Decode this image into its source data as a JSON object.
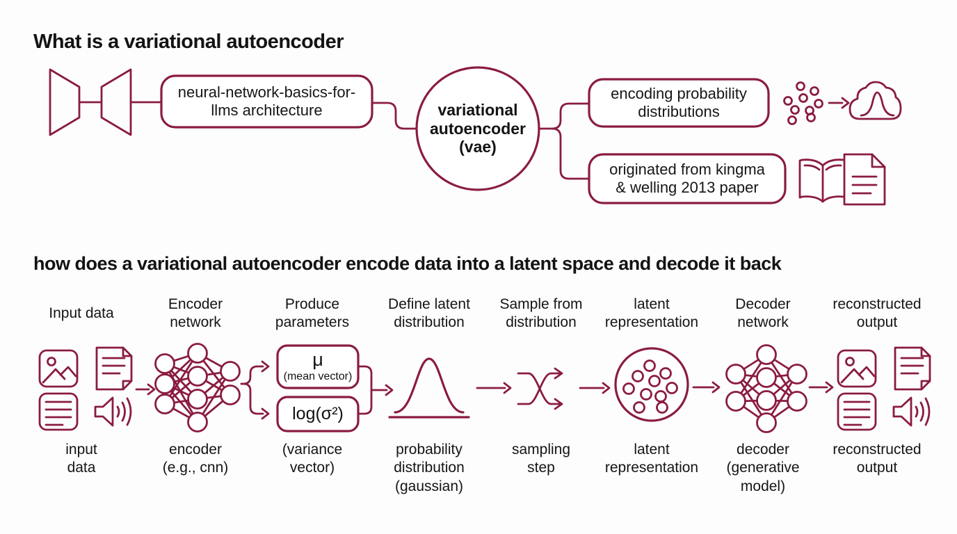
{
  "colors": {
    "accent": "#8a1c3f",
    "ink": "#171717",
    "background": "#fdfdfd"
  },
  "section_what": {
    "title": "What is a variational autoencoder",
    "architecture_box": "neural-network-basics-for-\nllms architecture",
    "center_node": "variational\nautoencoder\n(vae)",
    "branch_top": "encoding probability\ndistributions",
    "branch_bottom": "originated from kingma\n& welling 2013 paper"
  },
  "section_how": {
    "title": "how does a variational autoencoder encode data into a latent space and decode it back",
    "steps": [
      {
        "header": "Input data",
        "caption": "input\ndata"
      },
      {
        "header": "Encoder\nnetwork",
        "caption": "encoder\n(e.g., cnn)"
      },
      {
        "header": "Produce\nparameters",
        "caption": "(variance\nvector)"
      },
      {
        "header": "Define latent\ndistribution",
        "caption": "probability\ndistribution\n(gaussian)"
      },
      {
        "header": "Sample from\ndistribution",
        "caption": "sampling\nstep"
      },
      {
        "header": "latent\nrepresentation",
        "caption": "latent\nrepresentation"
      },
      {
        "header": "Decoder\nnetwork",
        "caption": "decoder\n(generative\nmodel)"
      },
      {
        "header": "reconstructed\noutput",
        "caption": "reconstructed\noutput"
      }
    ],
    "parameters": {
      "mean_symbol": "μ",
      "mean_caption": "(mean vector)",
      "log_variance": "log(σ²)"
    }
  }
}
